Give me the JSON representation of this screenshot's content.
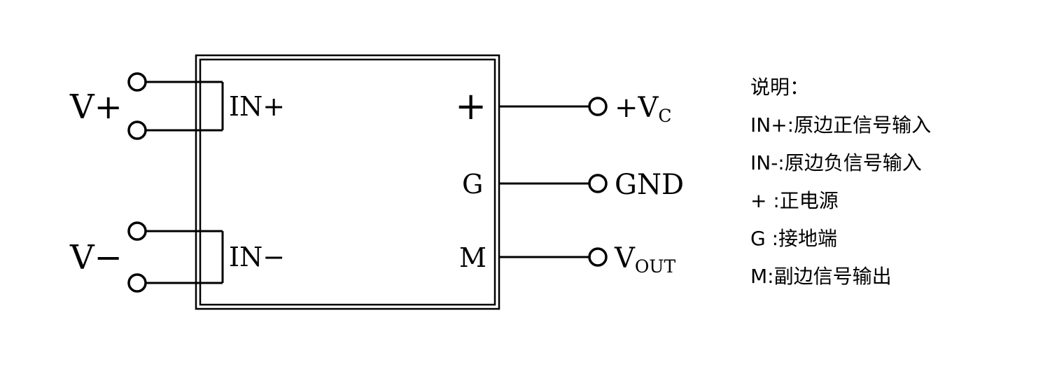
{
  "diagram": {
    "left_terminals": {
      "vplus_label": "V+",
      "vminus_label": "V−"
    },
    "box_pins": {
      "in_plus": "IN+",
      "in_minus": "IN−",
      "plus": "+",
      "g": "G",
      "m": "M"
    },
    "right_terminals": {
      "vc_main": "+V",
      "vc_sub": "C",
      "gnd": "GND",
      "vout_main": "V",
      "vout_sub": "OUT"
    },
    "legend": {
      "title": "说明：",
      "items": [
        "IN+:原边正信号输入",
        "IN-:原边负信号输入",
        "+ :正电源",
        "G :接地端",
        "M:副边信号输出"
      ]
    },
    "colors": {
      "line": "#000000",
      "background": "#ffffff"
    }
  }
}
